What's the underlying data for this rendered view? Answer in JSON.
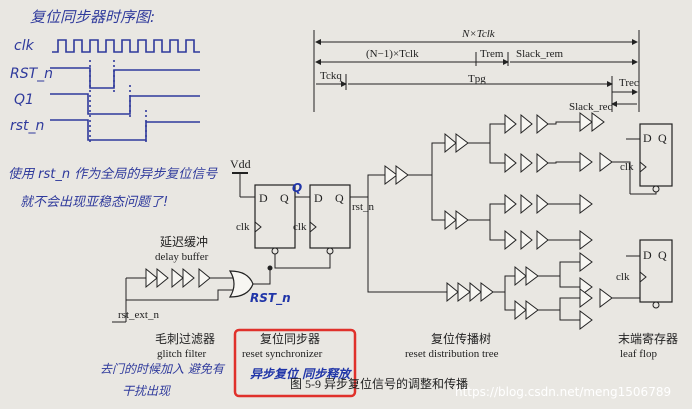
{
  "notes": {
    "timing_title": "复位同步器时序图:",
    "line1": "使用 rst_n 作为全局的异步复位信号",
    "line2": "就不会出现亚稳态问题了!",
    "async_sync_release": "异步复位 同步释放",
    "glitch_note1": "去门的时候加入 避免有",
    "glitch_note2": "干扰出现"
  },
  "timing": {
    "clk": "clk",
    "rst_n": "RST_n",
    "q1": "Q1",
    "rst_n_out": "rst_n"
  },
  "budget": {
    "n_tclk": "N×Tclk",
    "n_minus_1_tclk": "(N−1)×Tclk",
    "trem": "Trem",
    "slack_rem": "Slack_rem",
    "tckq": "Tckq",
    "tpg": "Tpg",
    "trec": "Trec",
    "slack_rec": "Slack_rec"
  },
  "circuit": {
    "vdd": "Vdd",
    "d": "D",
    "q": "Q",
    "q_hw": "Q",
    "clk": "clk",
    "rst_n": "rst_n",
    "rst_n_hw": "RST_n",
    "rst_ext_n": "rst_ext_n"
  },
  "labels": {
    "delay_buffer_zh": "延迟缓冲",
    "delay_buffer_en": "delay buffer",
    "glitch_filter_zh": "毛刺过滤器",
    "glitch_filter_en": "glitch filter",
    "reset_sync_zh": "复位同步器",
    "reset_sync_en": "reset synchronizer",
    "dist_tree_zh": "复位传播树",
    "dist_tree_en": "reset distribution tree",
    "leaf_flop_zh": "末端寄存器",
    "leaf_flop_en": "leaf flop"
  },
  "caption": {
    "text": "图 5-9   异步复位信号的调整和传播"
  },
  "watermark": "https://blog.csdn.net/meng1506789",
  "colors": {
    "handwriting_ink": "#2f3a9c",
    "highlight_box": "#e0312b",
    "paper": "#e9e7e2"
  }
}
